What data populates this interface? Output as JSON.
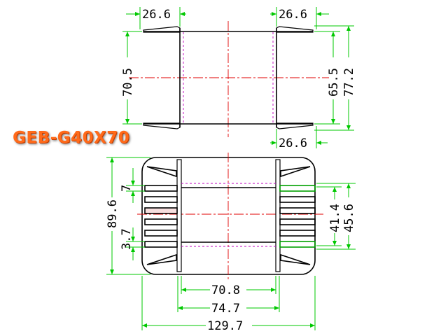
{
  "title": "GEB-G40X70",
  "colors": {
    "title": "#ff6a1a",
    "dimension_lines": "#00c800",
    "center_lines": "#e00000",
    "hidden_lines": "#c000c0",
    "outline": "#000000"
  },
  "top_view": {
    "dim_top_left": "26.6",
    "dim_top_right": "26.6",
    "dim_bottom_right": "26.6",
    "dim_left_height": "70.5",
    "dim_right_inner_height": "65.5",
    "dim_right_outer_height": "77.2"
  },
  "front_view": {
    "dim_left_total_height": "89.6",
    "dim_left_small_top": "7",
    "dim_left_small_bottom": "3.7",
    "dim_right_inner": "41.4",
    "dim_right_outer": "45.6",
    "dim_bottom_inner": "70.8",
    "dim_bottom_middle": "74.7",
    "dim_bottom_overall": "129.7"
  }
}
